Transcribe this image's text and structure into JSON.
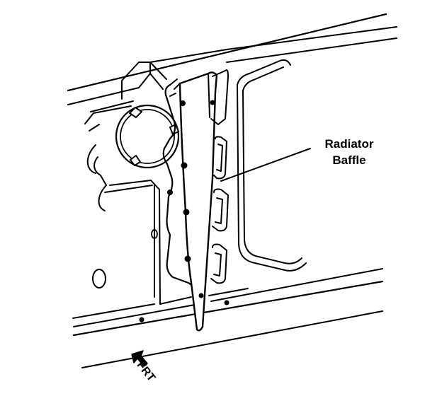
{
  "callout": {
    "line1": "Radiator",
    "line2": "Baffle"
  },
  "direction": {
    "label": "FRT",
    "icon": "front-direction-arrow-icon"
  },
  "colors": {
    "ink": "#000000",
    "paper": "#ffffff"
  }
}
